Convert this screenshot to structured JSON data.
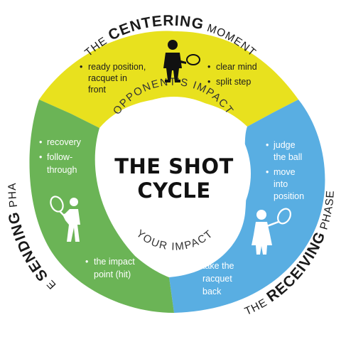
{
  "colors": {
    "yellow": "#e8e11e",
    "blue": "#59aee2",
    "green": "#6bb456",
    "text_dark": "#1a1a1a",
    "white": "#ffffff"
  },
  "center": {
    "line1": "THE SHOT",
    "line2": "CYCLE"
  },
  "inner_labels": {
    "top": "OPPONENT'S IMPACT",
    "bottom": "YOUR IMPACT"
  },
  "phases": {
    "centering": {
      "prefix": "THE ",
      "key": "CENTERING",
      "suffix": " MOMENT",
      "left_items": [
        "ready position,",
        "racquet in",
        "front"
      ],
      "right_items": [
        "clear mind",
        "split step"
      ],
      "icon": "player-ready-stance-icon"
    },
    "receiving": {
      "prefix": "THE ",
      "key": "RECEIVING",
      "suffix": " PHASE",
      "items_top": [
        "judge",
        "the ball"
      ],
      "items_mid": [
        "move",
        "into",
        "position"
      ],
      "items_bottom": [
        "take the",
        "racquet",
        "back"
      ],
      "icon": "player-backswing-icon"
    },
    "sending": {
      "prefix": "THE ",
      "key": "SENDING",
      "suffix": " PHASE",
      "items_top": [
        "recovery"
      ],
      "items_mid": [
        "follow-",
        "through"
      ],
      "items_bottom": [
        "the impact",
        "point (hit)"
      ],
      "icon": "player-hitting-icon"
    }
  }
}
